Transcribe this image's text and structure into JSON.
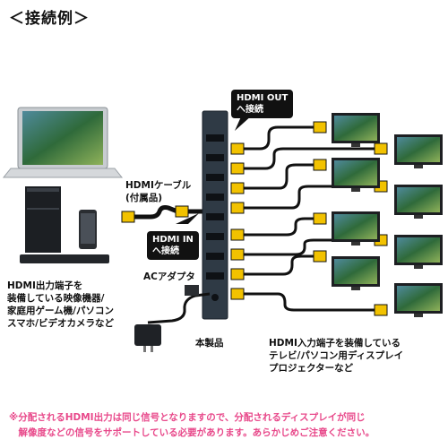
{
  "title": "＜接続例＞",
  "callouts": {
    "hdmi_out": "HDMI OUT\nへ接続",
    "hdmi_in": "HDMI IN\nへ接続"
  },
  "labels": {
    "cable": "HDMIケーブル\n(付属品)",
    "ac_adapter": "ACアダプタ",
    "product": "本製品",
    "sources": "HDMI出力端子を\n装備している映像機器/\n家庭用ゲーム機/パソコン\nスマホ/ビデオカメラなど",
    "displays": "HDMI入力端子を装備している\nテレビ/パソコン用ディスプレイ\nプロジェクターなど"
  },
  "note": "※分配されるHDMI出力は同じ信号となりますので、分配されるディスプレイが同じ\n　解像度などの信号をサポートしている必要があります。あらかじめご注意ください。",
  "colors": {
    "accent_note": "#e8488a",
    "connector": "#f2c200",
    "device_body": "#2f3a45",
    "cable": "#111111"
  }
}
